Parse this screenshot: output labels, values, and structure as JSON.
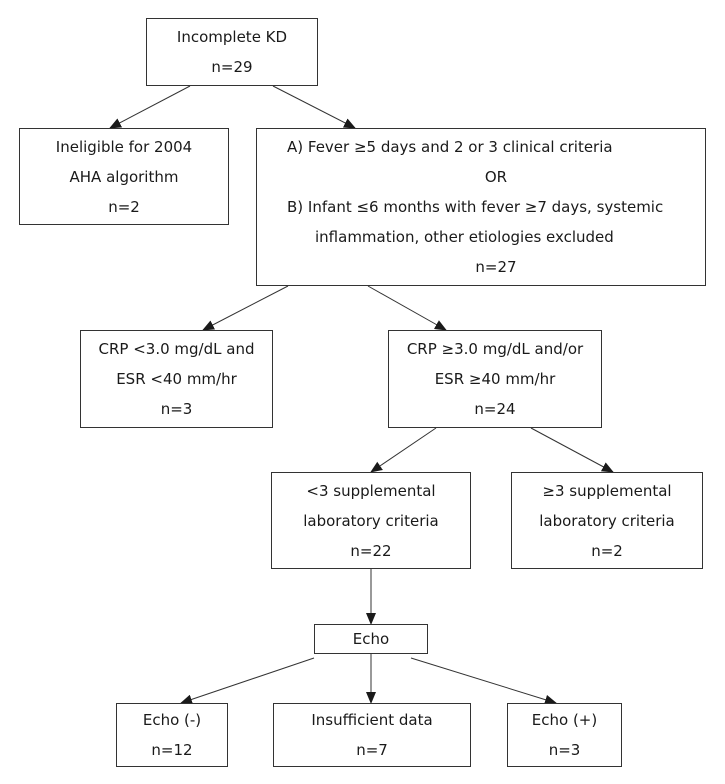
{
  "boxes": {
    "root": {
      "lines": [
        "Incomplete KD",
        "n=29"
      ]
    },
    "inel": {
      "lines": [
        "Ineligible for 2004",
        "AHA algorithm",
        "n=2"
      ]
    },
    "crit": {
      "line_a": "A) Fever ≥5 days and 2 or 3 clinical criteria",
      "line_or": "OR",
      "line_b1": "B) Infant ≤6 months with fever ≥7 days, systemic",
      "line_b2": "inflammation, other etiologies excluded",
      "line_n": "n=27"
    },
    "crp_lo": {
      "lines": [
        "CRP <3.0 mg/dL and",
        "ESR <40 mm/hr",
        "n=3"
      ]
    },
    "crp_hi": {
      "lines": [
        "CRP ≥3.0 mg/dL and/or",
        "ESR ≥40 mm/hr",
        "n=24"
      ]
    },
    "supp_lt": {
      "lines": [
        "<3 supplemental",
        "laboratory criteria",
        "n=22"
      ]
    },
    "supp_ge": {
      "lines": [
        "≥3 supplemental",
        "laboratory criteria",
        "n=2"
      ]
    },
    "echo": {
      "lines": [
        "Echo"
      ]
    },
    "echo_neg": {
      "lines": [
        "Echo (-)",
        "n=12"
      ]
    },
    "insuff": {
      "lines": [
        "Insufficient data",
        "n=7"
      ]
    },
    "echo_pos": {
      "lines": [
        "Echo (+)",
        "n=3"
      ]
    }
  },
  "edges": [
    {
      "from": "root",
      "to": "inel"
    },
    {
      "from": "root",
      "to": "crit"
    },
    {
      "from": "crit",
      "to": "crp_lo"
    },
    {
      "from": "crit",
      "to": "crp_hi"
    },
    {
      "from": "crp_hi",
      "to": "supp_lt"
    },
    {
      "from": "crp_hi",
      "to": "supp_ge"
    },
    {
      "from": "supp_lt",
      "to": "echo"
    },
    {
      "from": "echo",
      "to": "echo_neg"
    },
    {
      "from": "echo",
      "to": "insuff"
    },
    {
      "from": "echo",
      "to": "echo_pos"
    }
  ],
  "colors": {
    "line": "#333333",
    "text": "#1a1a1a"
  }
}
